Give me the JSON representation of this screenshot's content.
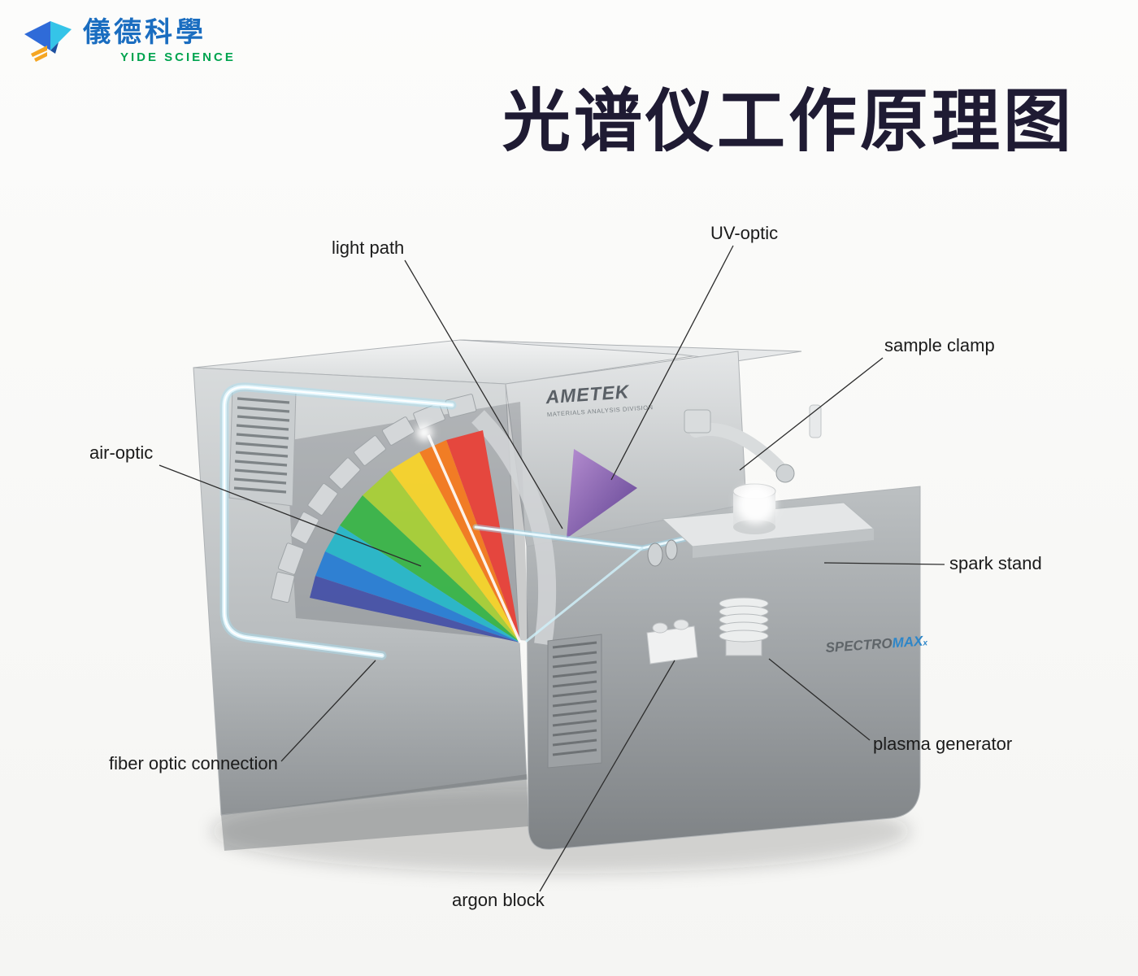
{
  "page": {
    "background": "#fafaf8"
  },
  "logo": {
    "zh": "儀德科學",
    "en": "YIDE SCIENCE",
    "zh_color": "#1a6dc0",
    "en_color": "#00a44f"
  },
  "title": {
    "text": "光谱仪工作原理图",
    "color": "#1f1b33"
  },
  "machine": {
    "brand": "AMETEK",
    "brand_sub": "MATERIALS ANALYSIS DIVISION",
    "model": "SPECTRO",
    "model_accent": "MAX",
    "model_sub": "x",
    "model_accent_color": "#2e86c8"
  },
  "labels": [
    {
      "id": "light-path",
      "text": "light path"
    },
    {
      "id": "uv-optic",
      "text": "UV-optic"
    },
    {
      "id": "sample-clamp",
      "text": "sample clamp"
    },
    {
      "id": "air-optic",
      "text": "air-optic"
    },
    {
      "id": "spark-stand",
      "text": "spark stand"
    },
    {
      "id": "fiber-optic-connection",
      "text": "fiber optic connection"
    },
    {
      "id": "plasma-generator",
      "text": "plasma generator"
    },
    {
      "id": "argon-block",
      "text": "argon block"
    }
  ],
  "colors": {
    "fiber_glow": "#9fdcf2",
    "uv_beam": "#7a4ea8",
    "spectrum": [
      "#e8433a",
      "#f47b20",
      "#f6d32b",
      "#a8cf38",
      "#3bb54a",
      "#29b7c9",
      "#2b7fd4",
      "#4853a8"
    ]
  }
}
